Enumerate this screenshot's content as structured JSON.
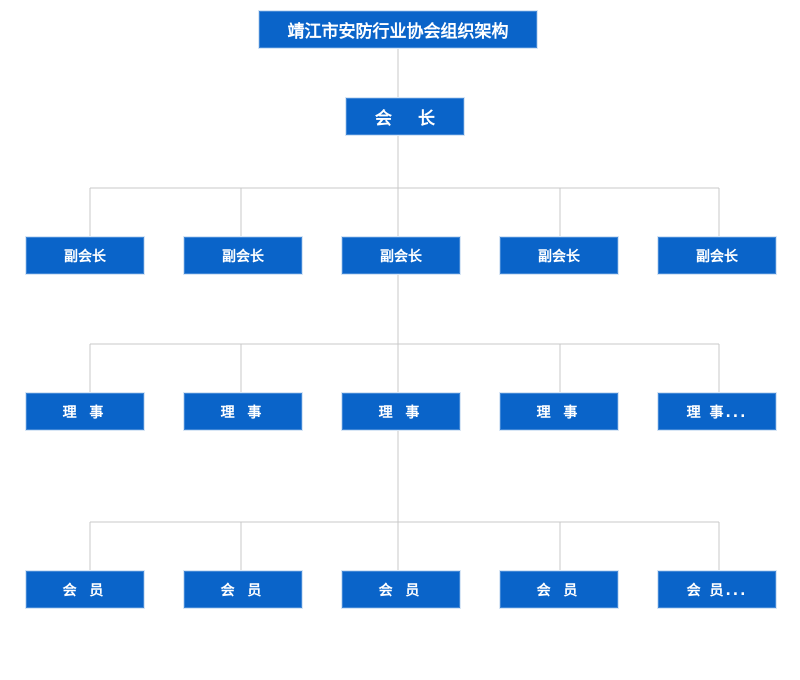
{
  "title": "靖江市安防行业协会组织架构",
  "president": "会 长",
  "vice_presidents": [
    "副会长",
    "副会长",
    "副会长",
    "副会长",
    "副会长"
  ],
  "directors": [
    "理 事",
    "理 事",
    "理 事",
    "理 事",
    "理 事..."
  ],
  "members": [
    "会 员",
    "会 员",
    "会 员",
    "会 员",
    "会 员..."
  ],
  "colors": {
    "box_fill": "#0a64c9",
    "box_text": "#ffffff",
    "connector": "#c9c9c9"
  }
}
